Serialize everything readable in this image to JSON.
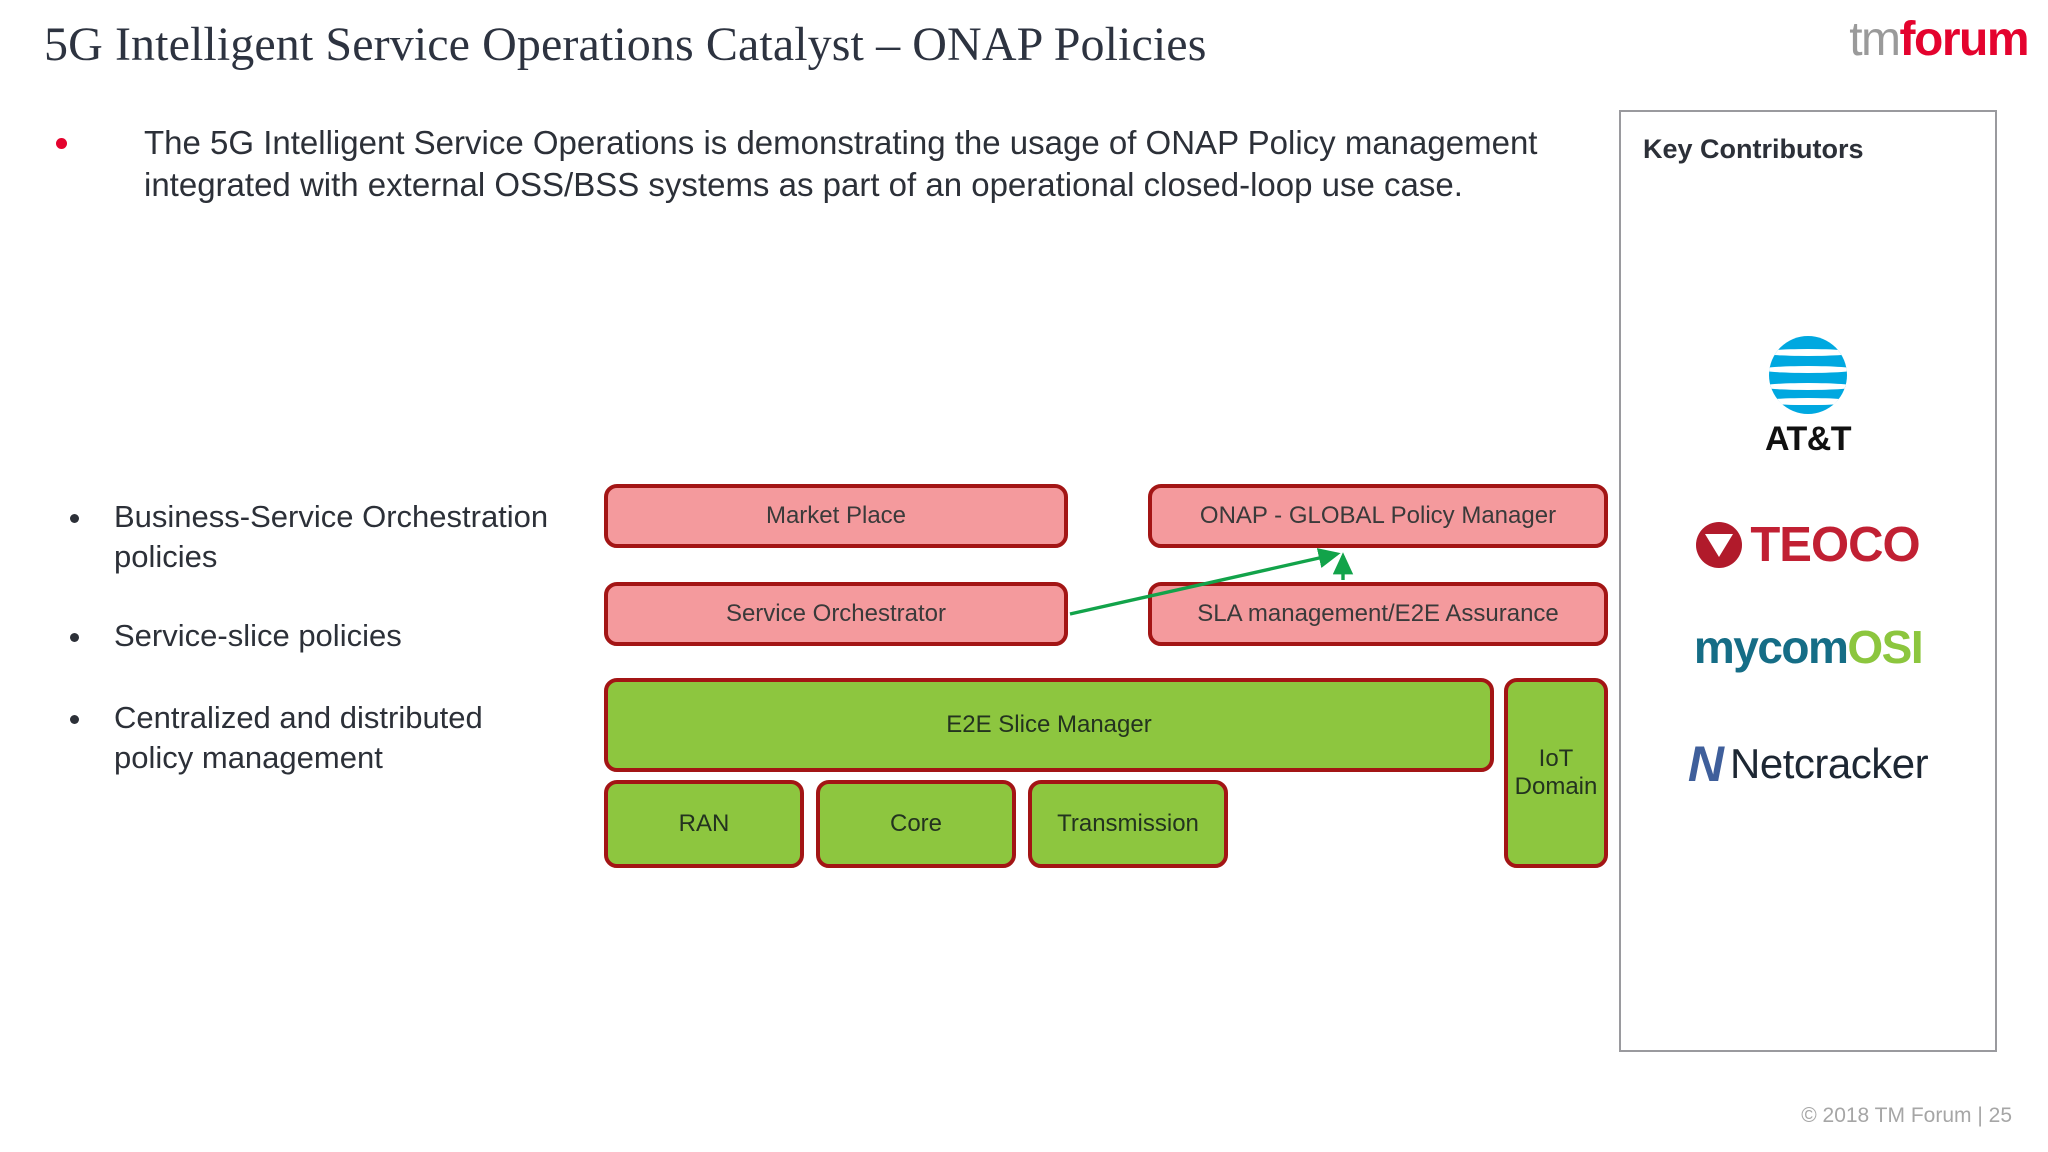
{
  "slide": {
    "title": "5G Intelligent Service Operations Catalyst – ONAP Policies",
    "footer": "© 2018 TM Forum |  25"
  },
  "brand": {
    "logo_part1": "tm",
    "logo_part2": "forum",
    "gray": "#9a9a9a",
    "red": "#e4032e"
  },
  "intro": {
    "text": "The 5G Intelligent Service Operations is demonstrating the usage of ONAP Policy management integrated with external OSS/BSS systems as part of an operational closed-loop use case."
  },
  "bullets": [
    {
      "label": "Business-Service Orchestration policies"
    },
    {
      "label": "Service-slice policies"
    },
    {
      "label": "Centralized and distributed policy management"
    }
  ],
  "diagram": {
    "nodes": [
      {
        "id": "market-place",
        "label": "Market Place",
        "color": "red"
      },
      {
        "id": "onap-policy",
        "label": "ONAP - GLOBAL Policy Manager",
        "color": "red"
      },
      {
        "id": "service-orch",
        "label": "Service Orchestrator",
        "color": "red"
      },
      {
        "id": "sla-management",
        "label": "SLA management/E2E  Assurance",
        "color": "red"
      },
      {
        "id": "e2e-slice",
        "label": "E2E Slice Manager",
        "color": "green"
      },
      {
        "id": "iot-domain",
        "label": "IoT Domain",
        "color": "green"
      },
      {
        "id": "ran",
        "label": "RAN",
        "color": "green"
      },
      {
        "id": "core",
        "label": "Core",
        "color": "green"
      },
      {
        "id": "transmission",
        "label": "Transmission",
        "color": "green"
      }
    ],
    "colors": {
      "red_fill": "#f49a9d",
      "green_fill": "#8dc63f",
      "border": "#a31515",
      "arrow": "#12a34a"
    },
    "arrows": [
      {
        "from": "service-orch",
        "to": "onap-policy"
      },
      {
        "from": "sla-management",
        "to": "onap-policy"
      }
    ]
  },
  "key_contributors": {
    "title": "Key Contributors",
    "logos": [
      {
        "id": "att",
        "name": "AT&T",
        "word": "AT&T",
        "color": "#00a8e0"
      },
      {
        "id": "teoco",
        "name": "TEOCO",
        "word": "TEOCO",
        "color": "#c12033"
      },
      {
        "id": "mycomosi",
        "name": "MYCOM OSI",
        "word_a": "mycom",
        "word_b": "OSI",
        "color": "#156d86"
      },
      {
        "id": "netcracker",
        "name": "Netcracker",
        "mark": "Ν",
        "word": "Netcracker",
        "sub": "",
        "color": "#3f5f9b"
      }
    ]
  }
}
